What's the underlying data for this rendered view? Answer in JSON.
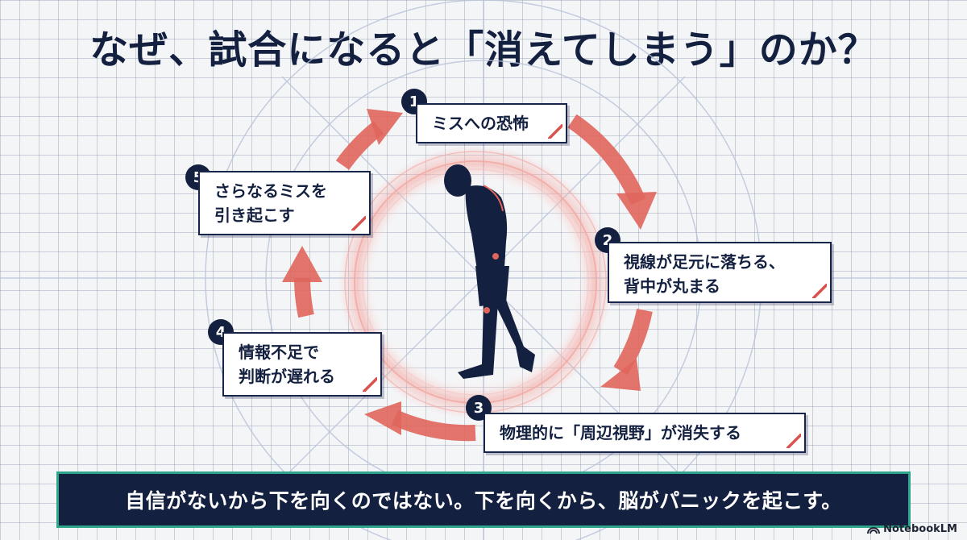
{
  "title": "なぜ、試合になると「消えてしまう」のか？",
  "steps": [
    {
      "number": "1",
      "lines": [
        "ミスへの恐怖"
      ]
    },
    {
      "number": "2",
      "lines": [
        "視線が足元に落ちる、",
        "背中が丸まる"
      ]
    },
    {
      "number": "3",
      "lines": [
        "物理的に「周辺視野」が消失する"
      ]
    },
    {
      "number": "4",
      "lines": [
        "情報不足で",
        "判断が遅れる"
      ]
    },
    {
      "number": "5",
      "lines": [
        "さらなるミスを",
        "引き起こす"
      ]
    }
  ],
  "banner": "自信がないから下を向くのではない。下を向くから、脳がパニックを起こす。",
  "watermark": "NotebookLM",
  "colors": {
    "navy": "#13203f",
    "arrow": "#e0665c",
    "ring": "#f3a7a1",
    "banner_border": "#2fa58c"
  }
}
